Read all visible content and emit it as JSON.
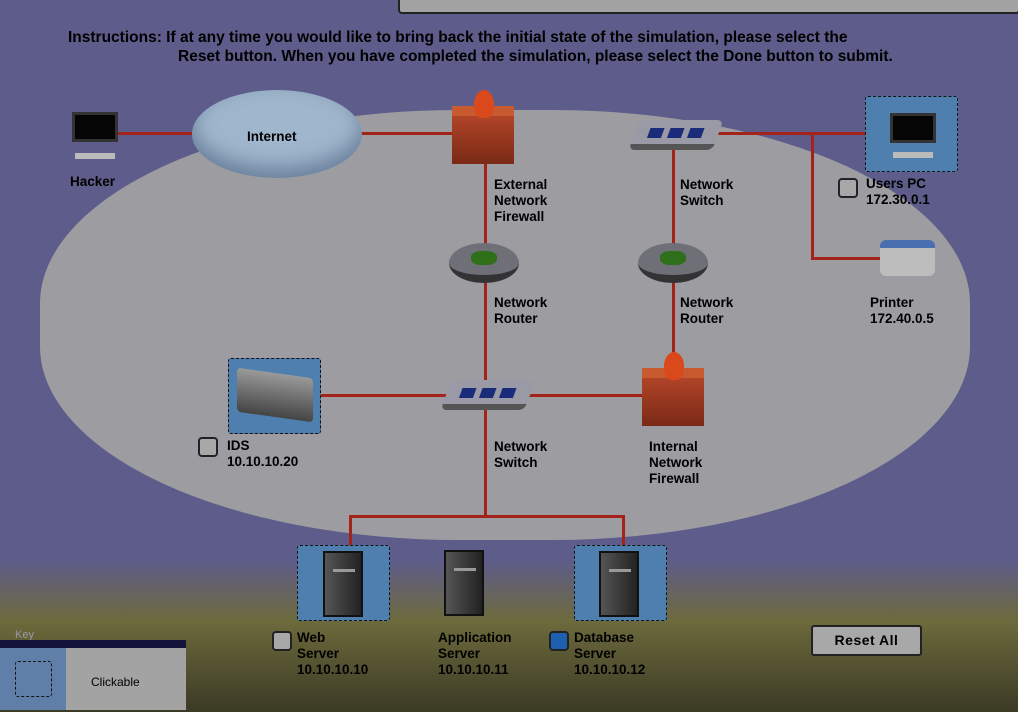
{
  "instructions": {
    "line1": "Instructions: If at any time you would like to bring back the initial state of the simulation, please select the",
    "line2": "Reset button. When you have completed the simulation, please select the Done button to submit."
  },
  "nodes": {
    "hacker": "Hacker",
    "internet": "Internet",
    "ext_fw": [
      "External",
      "Network",
      "Firewall"
    ],
    "top_switch": [
      "Network",
      "Switch"
    ],
    "users_pc": [
      "Users PC",
      "172.30.0.1"
    ],
    "printer": [
      "Printer",
      "172.40.0.5"
    ],
    "router_left": [
      "Network",
      "Router"
    ],
    "router_right": [
      "Network",
      "Router"
    ],
    "ids": [
      "IDS",
      "10.10.10.20"
    ],
    "center_switch": [
      "Network",
      "Switch"
    ],
    "int_fw": [
      "Internal",
      "Network",
      "Firewall"
    ],
    "web": [
      "Web",
      "Server",
      "10.10.10.10"
    ],
    "app": [
      "Application",
      "Server",
      "10.10.10.11"
    ],
    "db": [
      "Database",
      "Server",
      "10.10.10.12"
    ]
  },
  "checkboxes": {
    "users_pc": false,
    "ids": false,
    "web": false,
    "db": true
  },
  "key": {
    "title": "Key",
    "clickable": "Clickable"
  },
  "reset_label": "Reset All",
  "colors": {
    "link": "#a3221a",
    "checked": "#1f5fb0"
  }
}
